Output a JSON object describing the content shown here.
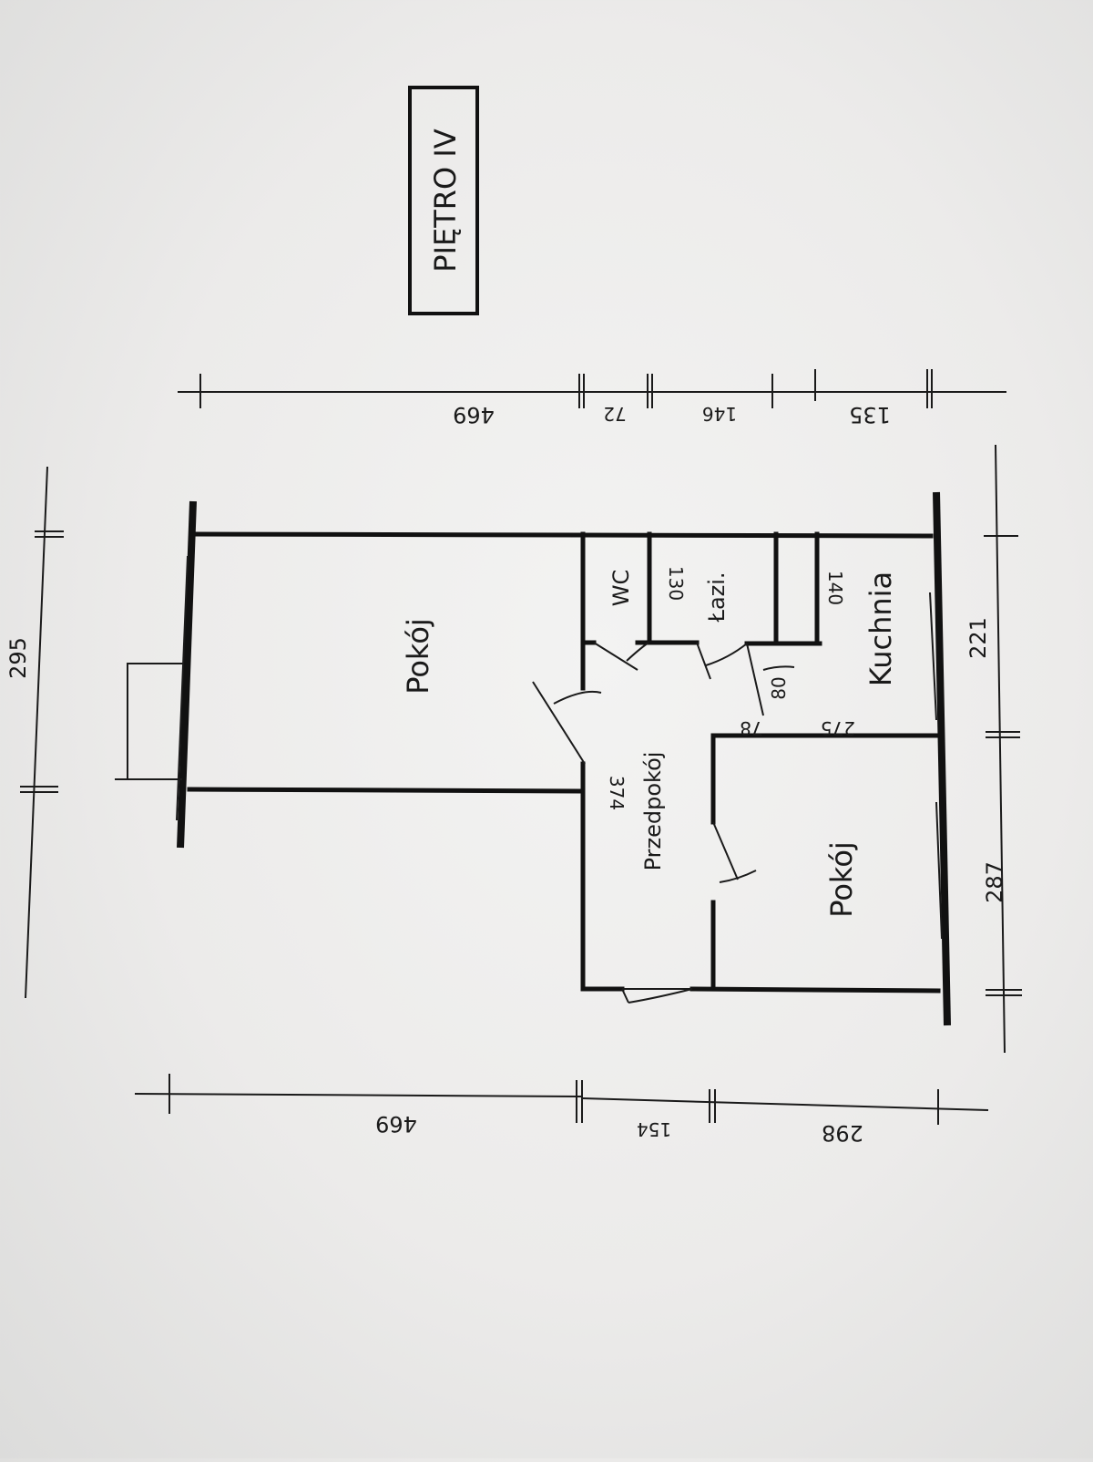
{
  "title": "PIĘTRO IV",
  "rooms": {
    "living_room": "Pokój",
    "wc": "WC",
    "bathroom": "Łazi.",
    "kitchen": "Kuchnia",
    "hall": "Przedpokój",
    "bedroom": "Pokój"
  },
  "inner_dims": {
    "hall": "374",
    "bathroom": "130",
    "kitchen_closet": "140",
    "door_80": "80",
    "door_78": "78",
    "kitchen_width": "275"
  },
  "top_dims": [
    "469",
    "72",
    "146",
    "135"
  ],
  "bottom_dims": [
    "469",
    "154",
    "298"
  ],
  "left_dims": [
    "295"
  ],
  "right_dims": [
    "221",
    "287"
  ]
}
